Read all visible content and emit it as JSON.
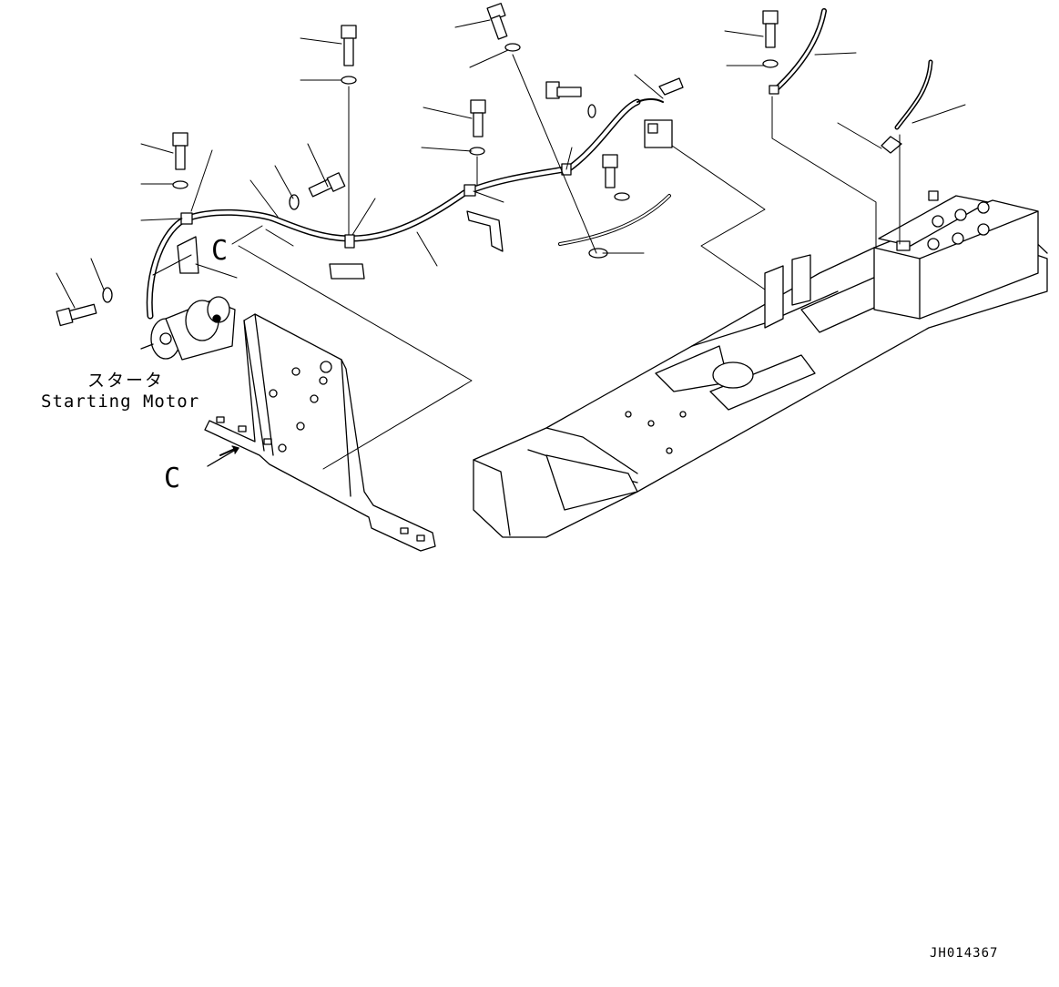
{
  "diagram": {
    "component_label_jp": "スタータ",
    "component_label_en": "Starting Motor",
    "view_marker_top": "C",
    "view_marker_bottom": "C",
    "drawing_code": "JH014367"
  }
}
